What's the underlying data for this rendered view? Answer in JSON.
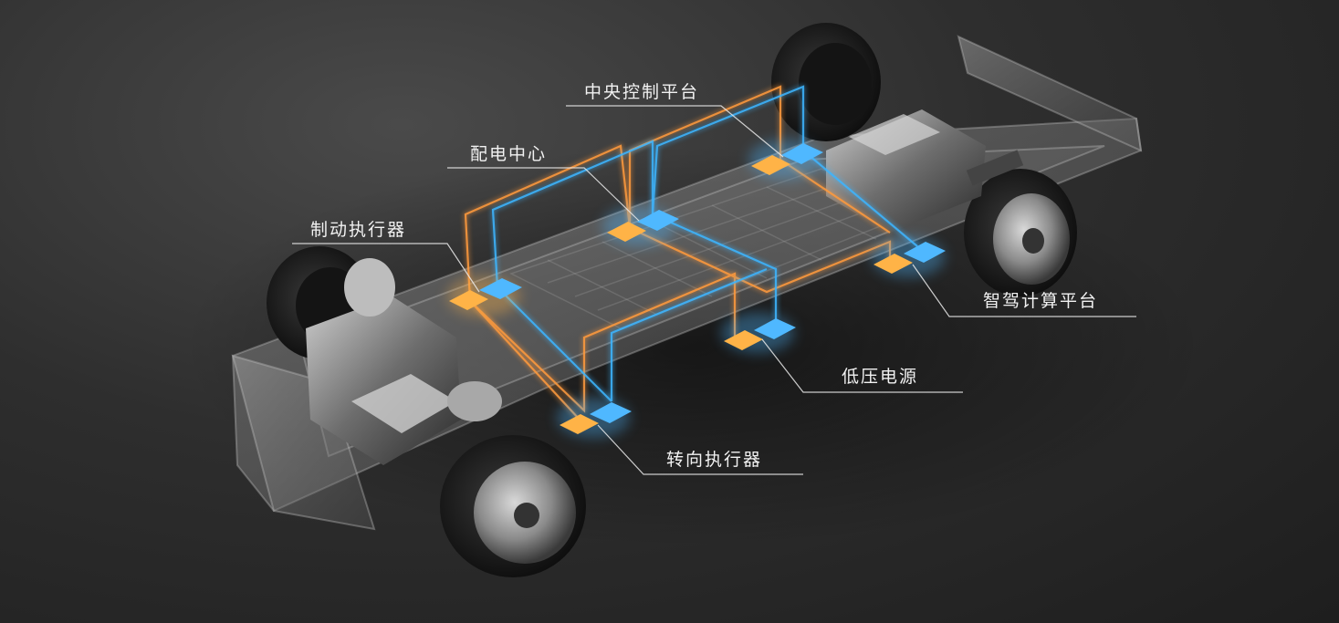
{
  "labels": {
    "central_platform": "中央控制平台",
    "power_distribution": "配电中心",
    "brake_actuator": "制动执行器",
    "adas_compute": "智驾计算平台",
    "low_voltage": "低压电源",
    "steering_actuator": "转向执行器"
  },
  "colors": {
    "orange_wire": "#ff9a3c",
    "blue_wire": "#3db5ff",
    "module_orange": "#ffb347",
    "module_blue": "#4fb8ff"
  }
}
